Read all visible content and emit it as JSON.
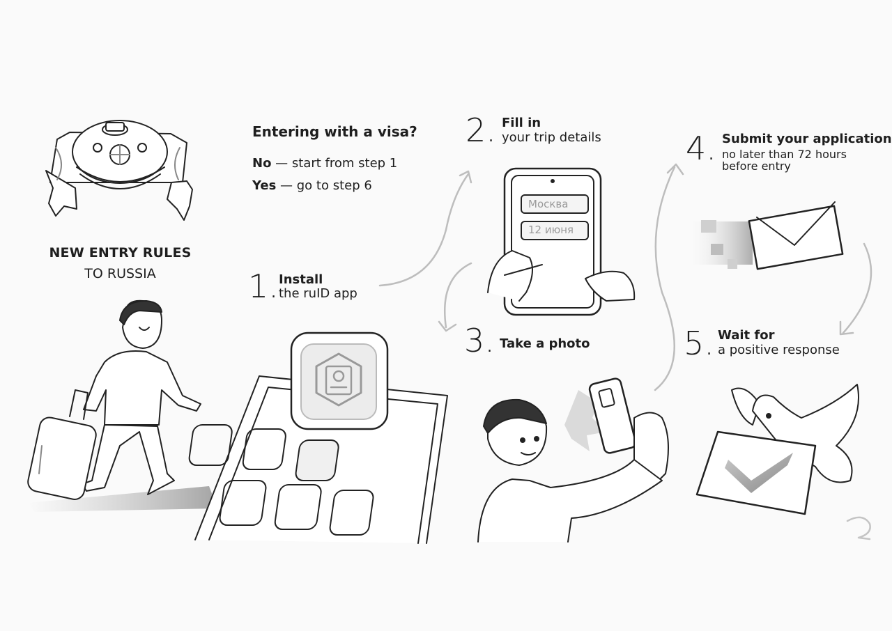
{
  "header": {
    "title": "NEW ENTRY RULES",
    "subtitle": "TO RUSSIA"
  },
  "visa": {
    "question": "Entering with a visa?",
    "no_label": "No",
    "no_text": " — start from step 1",
    "yes_label": "Yes",
    "yes_text": " — go to step 6"
  },
  "steps": [
    {
      "number": "1",
      "title": "Install",
      "subtitle": "the ruID app"
    },
    {
      "number": "2",
      "title": "Fill in",
      "subtitle": "your trip details"
    },
    {
      "number": "3",
      "title": "Take a photo"
    },
    {
      "number": "4",
      "title": "Submit your application",
      "subtitle_line1": "no later than 72 hours",
      "subtitle_line2": "before entry"
    },
    {
      "number": "5",
      "title": "Wait for",
      "subtitle": "a positive response"
    }
  ],
  "phone_form": {
    "city_value": "Москва",
    "date_value": "12 июня"
  },
  "icons": {
    "bread": "karavai-bread-icon",
    "traveler": "traveler-with-suitcase-icon",
    "app": "ruid-app-icon",
    "phone": "phone-form-icon",
    "selfie": "selfie-person-icon",
    "envelope": "envelope-icon",
    "dove": "dove-with-check-icon",
    "arrow": "curved-arrow-icon",
    "logo": "corner-logo-icon"
  }
}
